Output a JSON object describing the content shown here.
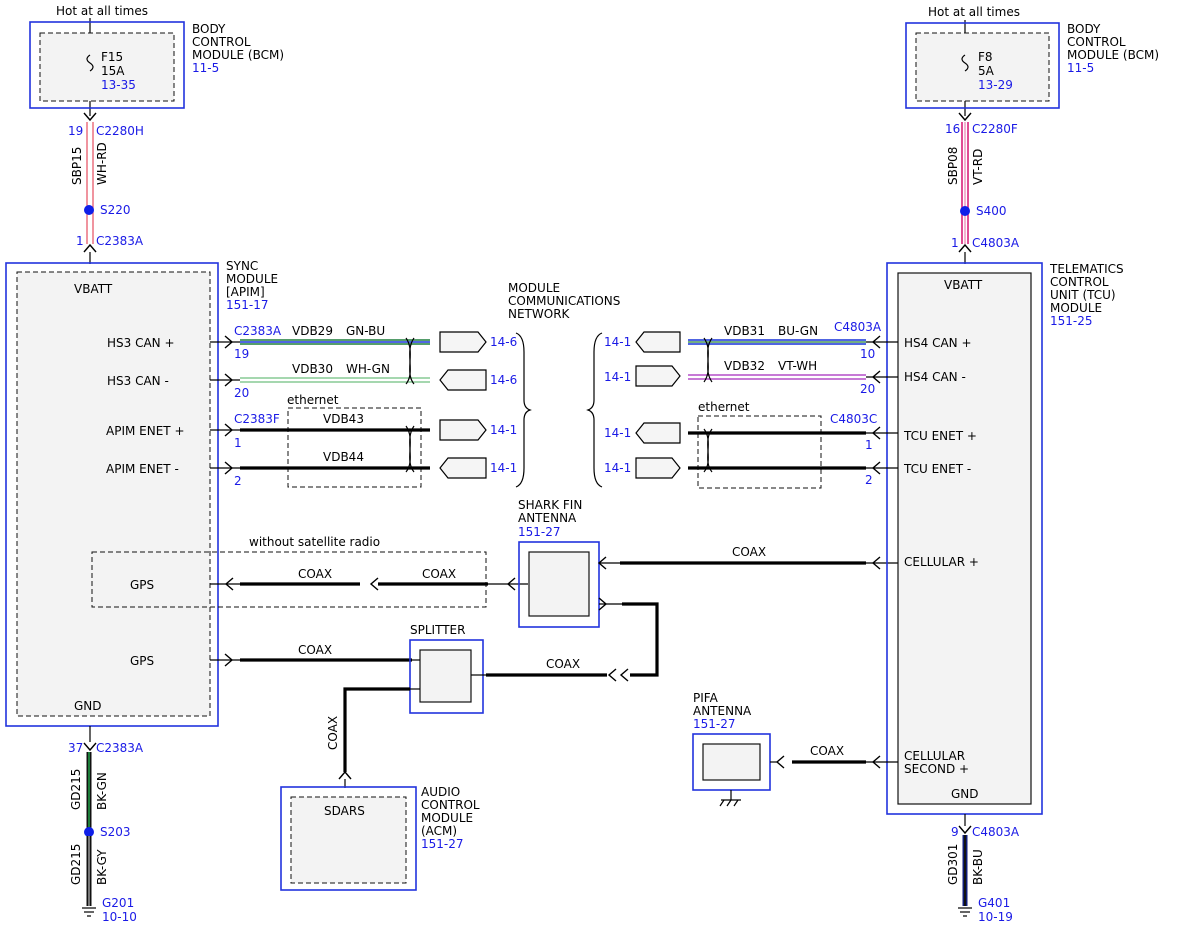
{
  "power": {
    "left": {
      "hot": "Hot at all times",
      "fuse": "F15",
      "amps": "15A",
      "ref": "13-35"
    },
    "right": {
      "hot": "Hot at all times",
      "fuse": "F8",
      "amps": "5A",
      "ref": "13-29"
    }
  },
  "bcm": {
    "label1": "BODY",
    "label2": "CONTROL",
    "label3": "MODULE (BCM)",
    "ref": "11-5"
  },
  "left_feed": {
    "pin_top": "19",
    "conn_top": "C2280H",
    "circuit": "SBP15",
    "color": "WH-RD",
    "splice": "S220",
    "pin_bottom": "1",
    "conn_bottom": "C2383A"
  },
  "right_feed": {
    "pin_top": "16",
    "conn_top": "C2280F",
    "circuit": "SBP08",
    "color": "VT-RD",
    "splice": "S400",
    "pin_bottom": "1",
    "conn_bottom": "C4803A"
  },
  "sync": {
    "title1": "SYNC",
    "title2": "MODULE",
    "title3": "[APIM]",
    "ref": "151-17",
    "vbatt": "VBATT",
    "gnd": "GND",
    "pins": {
      "hs3p": "HS3 CAN +",
      "hs3m": "HS3 CAN -",
      "enetp": "APIM ENET +",
      "enetm": "APIM ENET -",
      "gps1": "GPS",
      "gps2": "GPS"
    },
    "conn_can": "C2383A",
    "conn_enet": "C2383F",
    "pin_hs3p": "19",
    "pin_hs3m": "20",
    "pin_enetp": "1",
    "pin_enetm": "2",
    "without_sat": "without satellite radio"
  },
  "tcu": {
    "title1": "TELEMATICS",
    "title2": "CONTROL",
    "title3": "UNIT (TCU)",
    "title4": "MODULE",
    "ref": "151-25",
    "vbatt": "VBATT",
    "gnd": "GND",
    "pins": {
      "hs4p": "HS4 CAN +",
      "hs4m": "HS4 CAN -",
      "enetp": "TCU ENET +",
      "enetm": "TCU ENET -",
      "cell1": "CELLULAR +",
      "cell2a": "CELLULAR",
      "cell2b": "SECOND +"
    },
    "conn_can": "C4803A",
    "conn_enet": "C4803C",
    "pin_hs4p": "10",
    "pin_hs4m": "20",
    "pin_enetp": "1",
    "pin_enetm": "2"
  },
  "network": {
    "l1": "MODULE",
    "l2": "COMMUNICATIONS",
    "l3": "NETWORK"
  },
  "wires": {
    "vdb29": "VDB29",
    "gnbu": "GN-BU",
    "vdb30": "VDB30",
    "whgn": "WH-GN",
    "vdb43": "VDB43",
    "vdb44": "VDB44",
    "vdb31": "VDB31",
    "bugn": "BU-GN",
    "vdb32": "VDB32",
    "vtwh": "VT-WH",
    "ethernet": "ethernet",
    "coax": "COAX"
  },
  "refs": {
    "l_hs3p": "14-6",
    "l_hs3m": "14-6",
    "l_enetp": "14-1",
    "l_enetm": "14-1",
    "r_hs4p": "14-1",
    "r_hs4m": "14-1",
    "r_enetp": "14-1",
    "r_enetm": "14-1"
  },
  "shark": {
    "l1": "SHARK FIN",
    "l2": "ANTENNA",
    "ref": "151-27"
  },
  "splitter": {
    "label": "SPLITTER"
  },
  "pifa": {
    "l1": "PIFA",
    "l2": "ANTENNA",
    "ref": "151-27"
  },
  "acm": {
    "inner": "SDARS",
    "l1": "AUDIO",
    "l2": "CONTROL",
    "l3": "MODULE",
    "l4": "(ACM)",
    "ref": "151-27"
  },
  "left_ground": {
    "pin": "37",
    "conn": "C2383A",
    "circuit1": "GD215",
    "color1": "BK-GN",
    "splice": "S203",
    "circuit2": "GD215",
    "color2": "BK-GY",
    "ground": "G201",
    "ref": "10-10"
  },
  "right_ground": {
    "pin": "9",
    "conn": "C4803A",
    "circuit": "GD301",
    "color": "BK-BU",
    "ground": "G401",
    "ref": "10-19"
  },
  "colors": {
    "module_outline": "#2233dd",
    "label_blue": "#1a1ae6",
    "wh_rd": "#e85b6b",
    "vt_rd": "#d9207a",
    "gn_bu": "#1d7d3a",
    "wh_gn": "#6fbf7f",
    "bu_gn": "#1632d8",
    "vt_wh": "#c77ad6",
    "bk_gn": "#1b5e2a",
    "bk_bu": "#101d7a"
  }
}
